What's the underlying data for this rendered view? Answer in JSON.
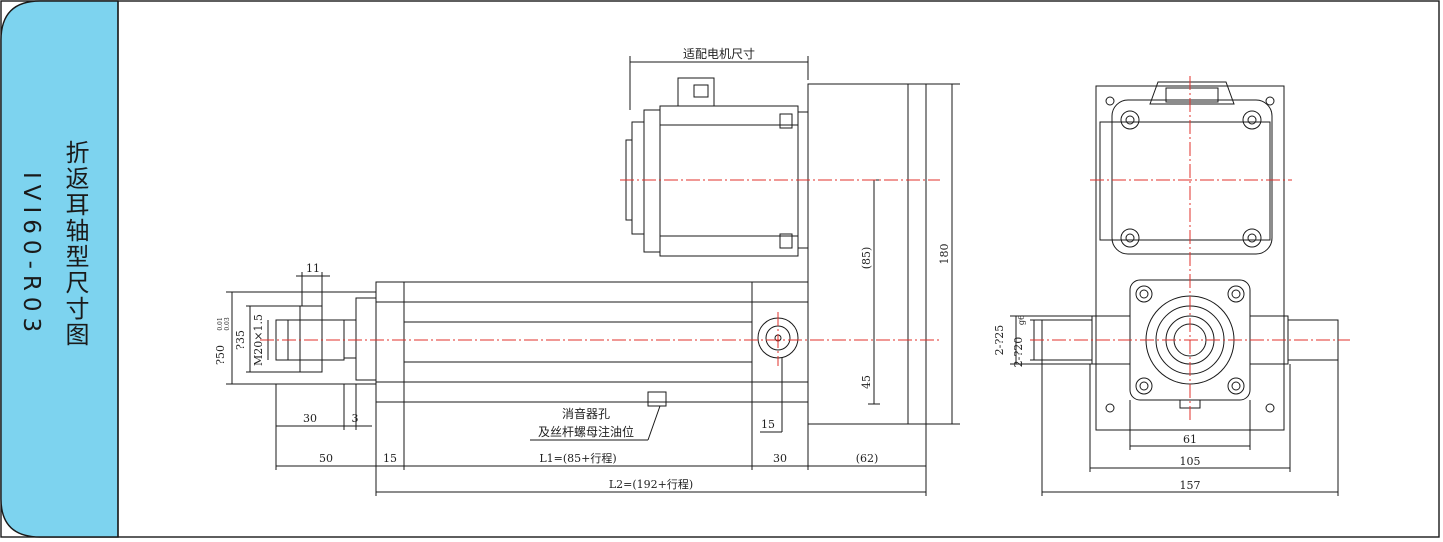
{
  "side_panel": {
    "title": "折返耳轴型尺寸图",
    "model": "IVI60-R03",
    "color": "#7dd3ef"
  },
  "front_view": {
    "motor_label": "适配电机尺寸",
    "muffler_label_1": "消音器孔",
    "muffler_label_2": "及丝杆螺母注油位",
    "dim_11": "11",
    "dim_phi50": "?50",
    "dim_phi50_tol_upper": "0.01",
    "dim_phi50_tol_lower": "0.03",
    "dim_phi35": "?35",
    "dim_m20": "M20×1.5",
    "dim_30_left": "30",
    "dim_3": "3",
    "dim_50": "50",
    "dim_15_left": "15",
    "dim_l1": "L1=(85+行程)",
    "dim_30_right": "30",
    "dim_62": "(62)",
    "dim_l2": "L2=(192+行程)",
    "dim_15_right": "15",
    "dim_85": "(85)",
    "dim_45": "45",
    "dim_180": "180"
  },
  "side_view": {
    "dim_225": "2-?25",
    "dim_225_tol": "g6",
    "dim_220": "2-?20",
    "dim_61": "61",
    "dim_105": "105",
    "dim_157": "157"
  },
  "colors": {
    "line": "#1a1a1a",
    "centerline": "#e0302b",
    "panel": "#7dd3ef"
  }
}
